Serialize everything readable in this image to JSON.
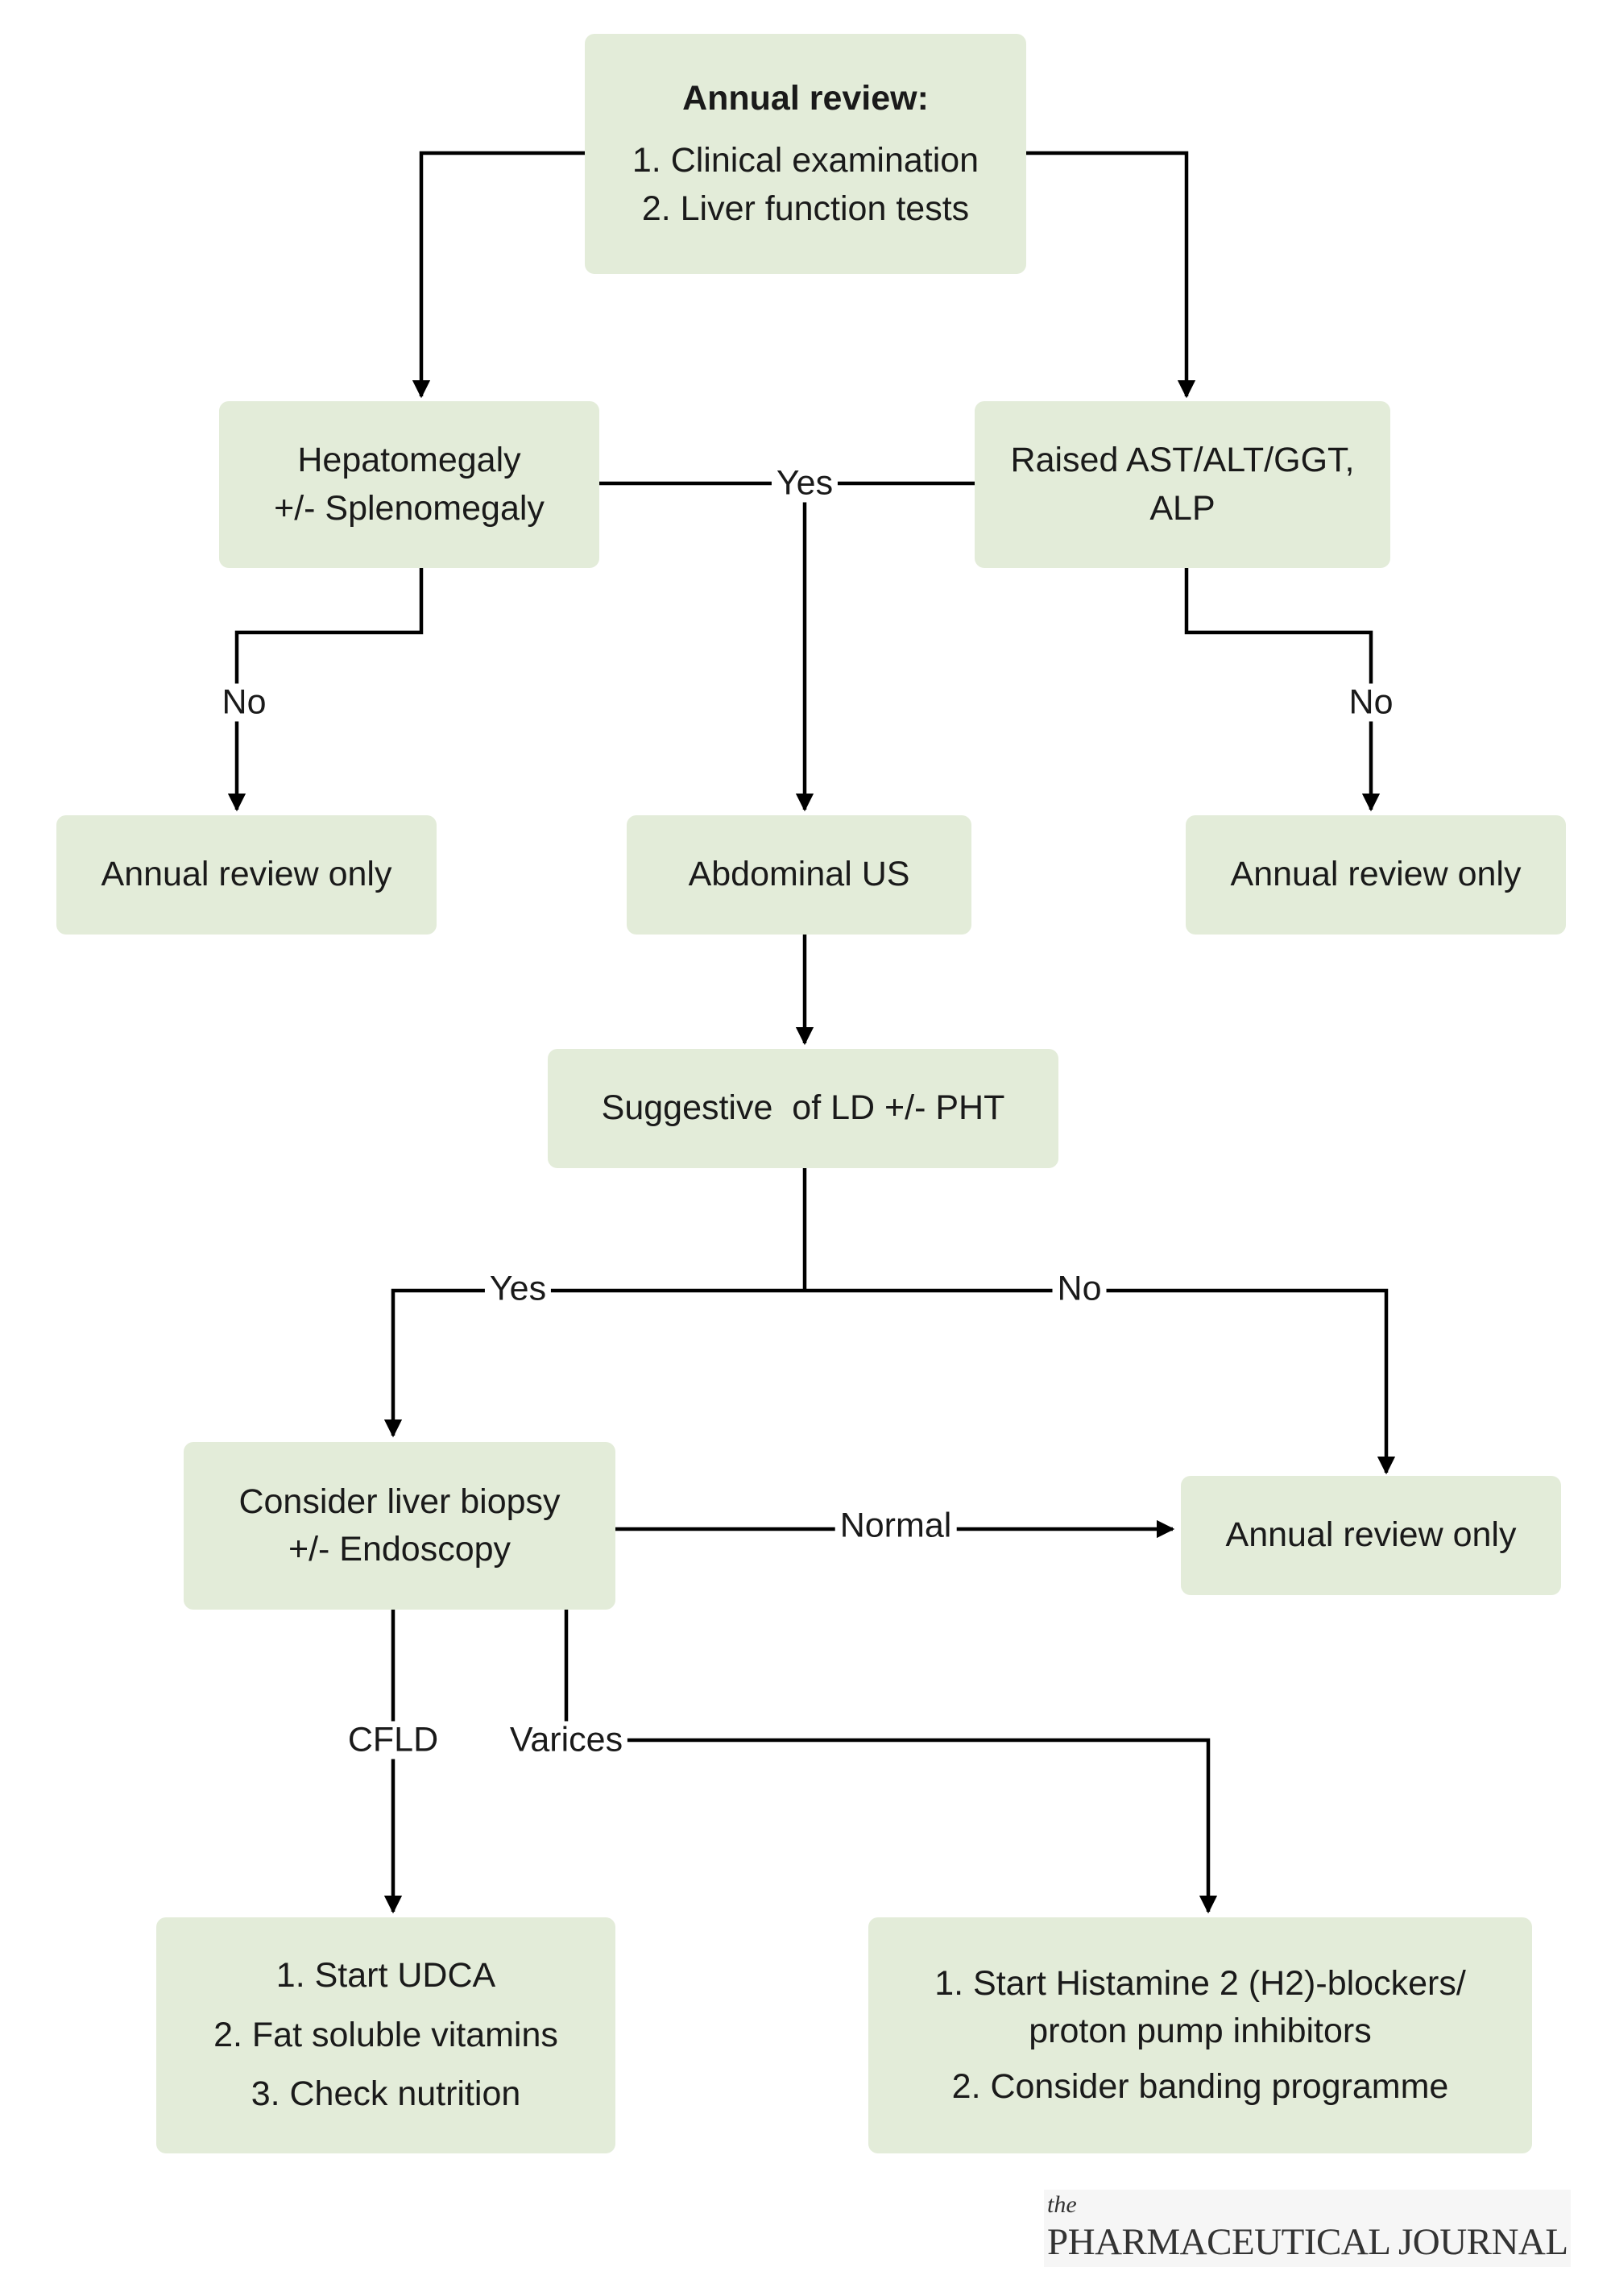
{
  "colors": {
    "box_fill": "#e3ecd9",
    "line": "#000000",
    "text": "#1a1a1a"
  },
  "nodes": {
    "annual_review": {
      "title": "Annual review:",
      "lines": [
        "1. Clinical examination",
        "2. Liver function tests"
      ]
    },
    "hepatomegaly": {
      "lines": [
        "Hepatomegaly",
        "+/- Splenomegaly"
      ]
    },
    "raised_enzymes": {
      "lines": [
        "Raised AST/ALT/GGT,",
        "ALP"
      ]
    },
    "annual_only_left": {
      "lines": [
        "Annual review only"
      ]
    },
    "abdominal_us": {
      "lines": [
        "Abdominal US"
      ]
    },
    "annual_only_right": {
      "lines": [
        "Annual review only"
      ]
    },
    "suggestive": {
      "lines": [
        "Suggestive  of LD +/- PHT"
      ]
    },
    "biopsy": {
      "lines": [
        "Consider liver biopsy",
        "+/- Endoscopy"
      ]
    },
    "annual_only_normal": {
      "lines": [
        "Annual review only"
      ]
    },
    "cfld_treatment": {
      "lines": [
        "1. Start UDCA",
        "2. Fat soluble vitamins",
        "3. Check nutrition"
      ]
    },
    "varices_treatment": {
      "lines": [
        "1. Start Histamine 2 (H2)-blockers/",
        "proton pump inhibitors",
        "2. Consider banding programme"
      ]
    }
  },
  "edges": {
    "yes_top": "Yes",
    "no_left": "No",
    "no_right": "No",
    "yes_mid": "Yes",
    "no_mid": "No",
    "normal": "Normal",
    "cfld": "CFLD",
    "varices": "Varices"
  },
  "branding": {
    "the": "the",
    "name": "PHARMACEUTICAL JOURNAL"
  }
}
